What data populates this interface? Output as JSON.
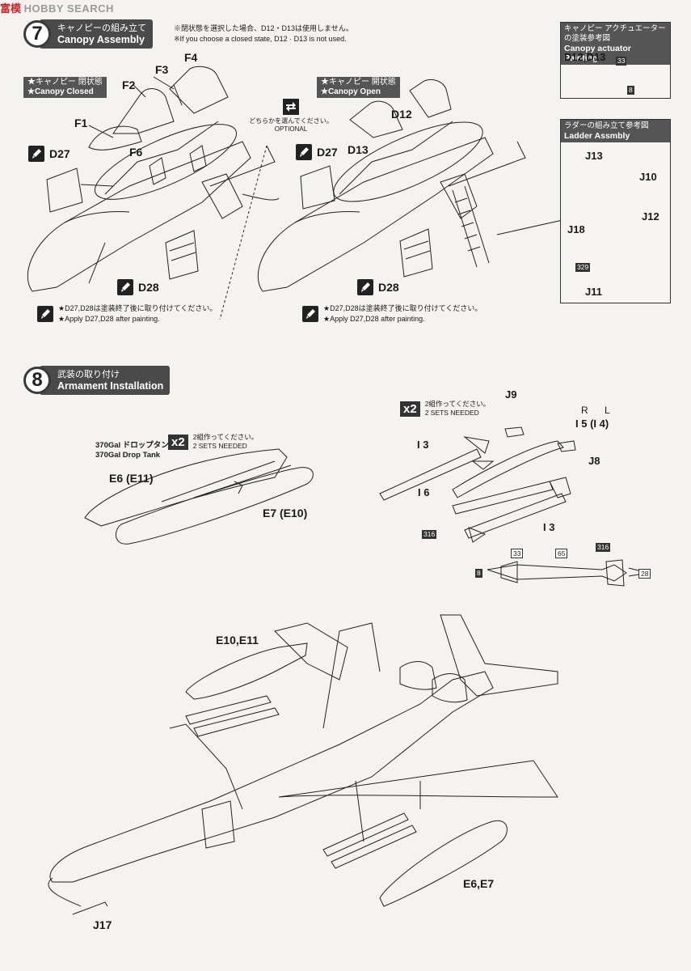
{
  "watermark": {
    "cn": "富模",
    "en": "HOBBY SEARCH"
  },
  "step7": {
    "number": "7",
    "title_jp": "キャノピーの組み立て",
    "title_en": "Canopy Assembly",
    "note_jp": "※閉状態を選択した場合、D12・D13は使用しません。",
    "note_en": "※If you choose a closed state, D12 · D13 is not used.",
    "closed_tag_jp": "★キャノピー 閉状態",
    "closed_tag_en": "★Canopy Closed",
    "open_tag_jp": "★キャノピー 開状態",
    "open_tag_en": "★Canopy Open",
    "optional_jp": "どちらかを選んでください。",
    "optional_en": "OPTIONAL",
    "labels_closed": [
      "F4",
      "F3",
      "F2",
      "F1",
      "F6",
      "D27",
      "D28"
    ],
    "labels_open": [
      "D12",
      "D13",
      "D27",
      "D28"
    ],
    "paint_note_jp": "★D27,D28は塗装終了後に取り付けてください。",
    "paint_note_en": "★Apply D27,D28 after painting."
  },
  "actuator_panel": {
    "title_jp": "キャノピー アクチュエーターの塗装参考図",
    "title_en": "Canopy actuator Painting",
    "parts": "D12,D13",
    "color_a": "33",
    "color_b": "8"
  },
  "ladder_panel": {
    "title_jp": "ラダーの組み立て参考図",
    "title_en": "Ladder Assmbly",
    "labels": [
      "J13",
      "J10",
      "J12",
      "J18",
      "J11"
    ],
    "color": "329"
  },
  "step8": {
    "number": "8",
    "title_jp": "武装の取り付け",
    "title_en": "Armament Installation",
    "tank_name_jp": "370Gal ドロップタンク",
    "tank_name_en": "370Gal Drop Tank",
    "sets_x": "x2",
    "sets_jp": "2組作ってください。",
    "sets_en": "2 SETS NEEDED",
    "tank_labels": [
      "E6 (E11)",
      "E7 (E10)"
    ],
    "missile_labels": {
      "j9": "J9",
      "r": "R",
      "l": "L",
      "i5": "I 5 (I 4)",
      "j8": "J8",
      "i3a": "I 3",
      "i6": "I 6",
      "i3b": "I 3"
    },
    "missile_colors": {
      "c316a": "316",
      "c8": "8",
      "c33": "33",
      "c65": "65",
      "c316b": "316",
      "c28": "28"
    },
    "bottom_labels": [
      "E10,E11",
      "E6,E7",
      "J17"
    ]
  }
}
